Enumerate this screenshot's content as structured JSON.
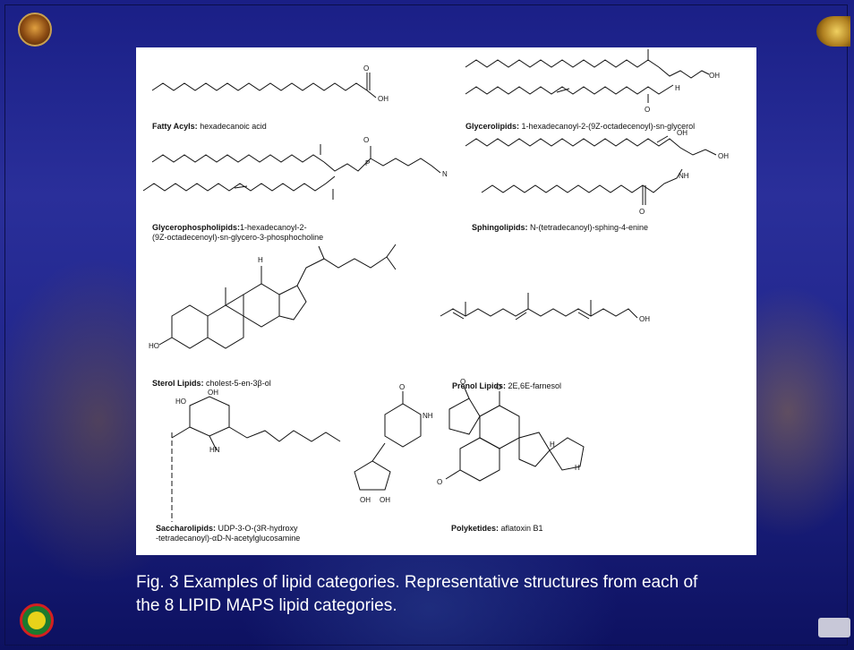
{
  "structures": [
    {
      "name_bold": "Fatty Acyls:",
      "name_rest": " hexadecanoic acid",
      "lines": []
    },
    {
      "name_bold": "Glycerolipids:",
      "name_rest": " 1-hexadecanoyl-2-(9Z-octadecenoyl)-sn-glycerol",
      "lines": []
    },
    {
      "name_bold": "Glycerophospholipids:",
      "name_rest": "1-hexadecanoyl-2-",
      "line2": "(9Z-octadecenoyl)-sn-glycero-3-phosphocholine"
    },
    {
      "name_bold": "Sphingolipids:",
      "name_rest": " N-(tetradecanoyl)-sphing-4-enine"
    },
    {
      "name_bold": "Sterol Lipids:",
      "name_rest": " cholest-5-en-3β-ol"
    },
    {
      "name_bold": "Prenol Lipids:",
      "name_rest": " 2E,6E-farnesol"
    },
    {
      "name_bold": "Saccharolipids:",
      "name_rest": " UDP-3-O-(3R-hydroxy",
      "line2": "-tetradecanoyl)-αD-N-acetylglucosamine"
    },
    {
      "name_bold": "Polyketides:",
      "name_rest": " aflatoxin B1"
    }
  ],
  "caption": {
    "line1": "Fig. 3 Examples of lipid categories. Representative structures from each of",
    "line2": "the 8 LIPID MAPS lipid categories."
  }
}
